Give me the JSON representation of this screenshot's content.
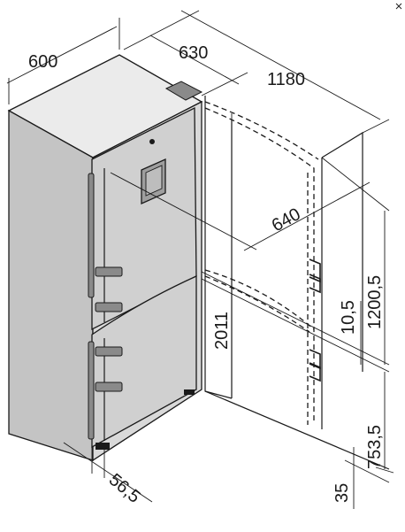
{
  "dimensions": {
    "width": "600",
    "depth": "630",
    "depth_total": "1180",
    "door_open": "640",
    "height": "2011",
    "height_upper": "1200,5",
    "gap_10_5": "10,5",
    "height_lower": "753,5",
    "base": "35",
    "door_offset": "56,5"
  }
}
